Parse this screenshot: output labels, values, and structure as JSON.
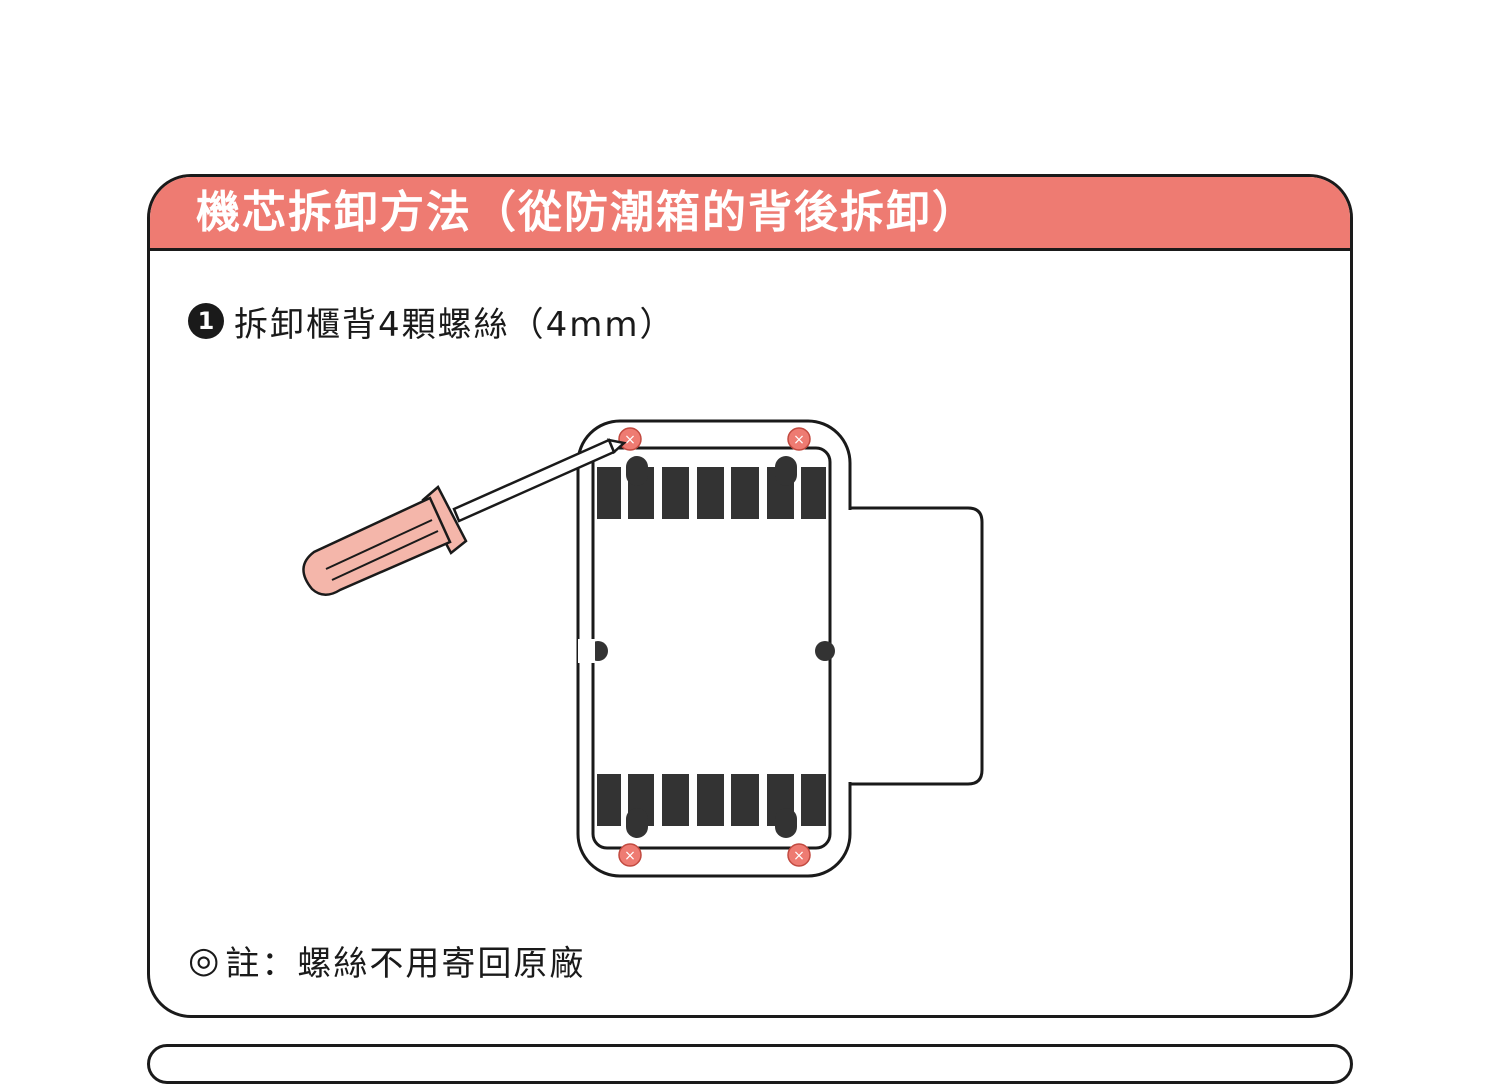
{
  "card": {
    "title": "機芯拆卸方法（從防潮箱的背後拆卸）"
  },
  "step": {
    "number": "1",
    "text": "拆卸櫃背4顆螺絲（4mm）"
  },
  "note": {
    "mark": "◎",
    "text": "註：螺絲不用寄回原廠"
  },
  "diagram": {
    "screw_count": 4,
    "screw_mark": "×",
    "colors": {
      "header": "#ee7b72",
      "screw": "#ee7b72",
      "screwdriver_handle": "#f4b6aa",
      "outline": "#1a1a1a",
      "fill_dark": "#333333"
    }
  }
}
